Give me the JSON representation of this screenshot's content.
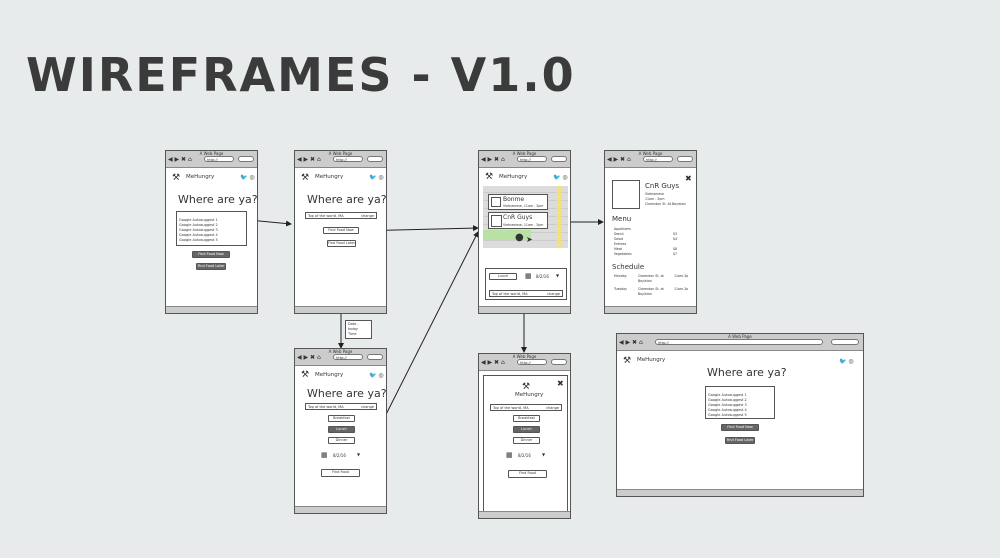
{
  "title": "WIREFRAMES - V1.0",
  "browser": {
    "window_title": "A Web Page",
    "url": "http://",
    "nav_glyphs": "◀ ▶ ✖ ⌂"
  },
  "app": {
    "brand": "MeHungry",
    "social": "🐦 ◎",
    "heading": "Where are ya?"
  },
  "autosuggest": [
    "Google Autosuggest 1",
    "Google Autosuggest 2",
    "Google Autosuggest 3",
    "Google Autosuggest 4",
    "Google Autosuggest 5"
  ],
  "buttons": {
    "find_food_now": "Find Food Now",
    "find_food_later": "Find Food Later",
    "find_food": "Find Food"
  },
  "location": {
    "value": "Top of the world, MA",
    "action": "change"
  },
  "meals": [
    "Breakfast",
    "Lunch",
    "Dinner"
  ],
  "date": "8/2/16",
  "tooltip": [
    "Date - today",
    "Time"
  ],
  "map_results": [
    {
      "name": "Bonme",
      "detail": "Vietnamese, 11am - 3pm"
    },
    {
      "name": "CnR Guys",
      "detail": "Vietnamese, 11am - 3pm"
    }
  ],
  "detail": {
    "name": "CnR Guys",
    "info": [
      "Vietnamese",
      "11am - 3pm",
      "Clarendon St. At Boylston"
    ],
    "menu_title": "Menu",
    "menu": [
      {
        "item": "Appetizers",
        "price": ""
      },
      {
        "item": "Donut",
        "price": "$3"
      },
      {
        "item": "Salad",
        "price": "$4"
      },
      {
        "item": "Entrees",
        "price": ""
      },
      {
        "item": "Meat",
        "price": "$8"
      },
      {
        "item": "Vegetables",
        "price": "$7"
      }
    ],
    "schedule_title": "Schedule",
    "schedule": [
      {
        "day": "Monday",
        "place": "Clarendon St. at Boylston",
        "time": "11am-3p"
      },
      {
        "day": "Tuesday",
        "place": "Clarendon St. at Boylston",
        "time": "11am-3p"
      }
    ]
  },
  "colors": {
    "background": "#e8ebec",
    "frame_chrome": "#cccccc",
    "map_green": "#b9e0a5",
    "map_yellow": "#f2e27a",
    "dark_button": "#666666"
  }
}
